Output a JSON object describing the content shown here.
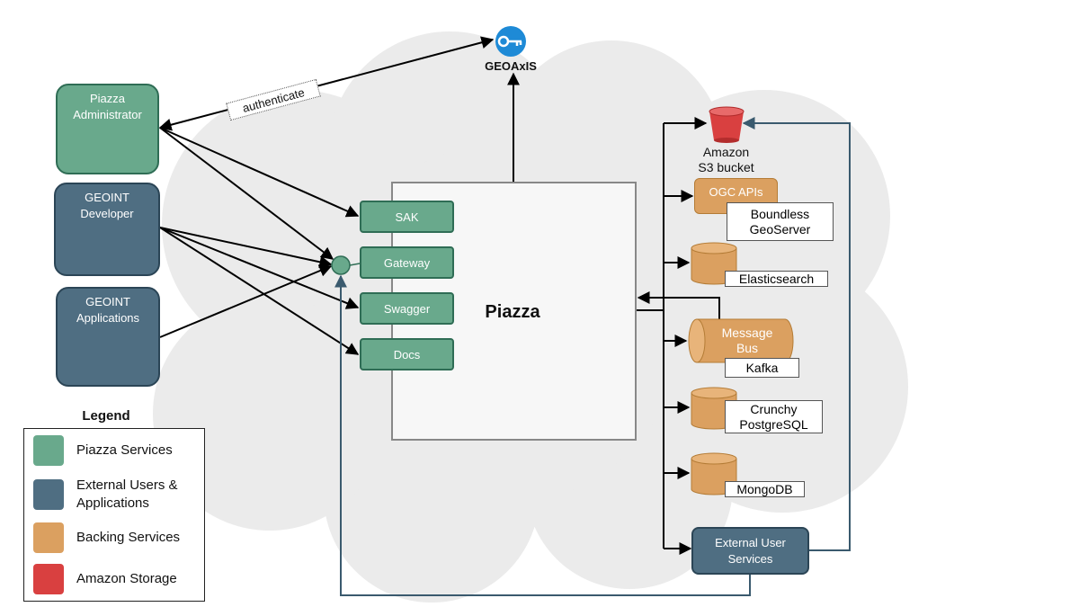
{
  "geoaxis": {
    "label": "GEOAxIS"
  },
  "edge_labels": {
    "authenticate": "authenticate"
  },
  "core": {
    "title": "Piazza"
  },
  "services": [
    "SAK",
    "Gateway",
    "Swagger",
    "Docs"
  ],
  "users": {
    "admin": [
      "Piazza",
      "Administrator"
    ],
    "developer": [
      "GEOINT",
      "Developer"
    ],
    "apps": [
      "GEOINT",
      "Applications"
    ]
  },
  "backing": {
    "s3": [
      "Amazon",
      "S3 bucket"
    ],
    "ogc": "OGC APIs",
    "geoserver": [
      "Boundless",
      "GeoServer"
    ],
    "elasticsearch": "Elasticsearch",
    "message_bus": [
      "Message",
      "Bus"
    ],
    "kafka": "Kafka",
    "postgres": [
      "Crunchy",
      "PostgreSQL"
    ],
    "mongodb": "MongoDB",
    "external_user_services": [
      "External User",
      "Services"
    ]
  },
  "legend": {
    "title": "Legend",
    "items": [
      {
        "label": "Piazza Services",
        "color": "#69a98c"
      },
      {
        "label": "External Users & Applications",
        "color": "#4f6e82"
      },
      {
        "label": "Backing Services",
        "color": "#dba060"
      },
      {
        "label": "Amazon Storage",
        "color": "#d94040"
      }
    ]
  },
  "colors": {
    "piazza_service": "#69a98c",
    "external": "#4f6e82",
    "backing": "#dba060",
    "amazon": "#d94040",
    "cloud": "#ebebeb"
  }
}
